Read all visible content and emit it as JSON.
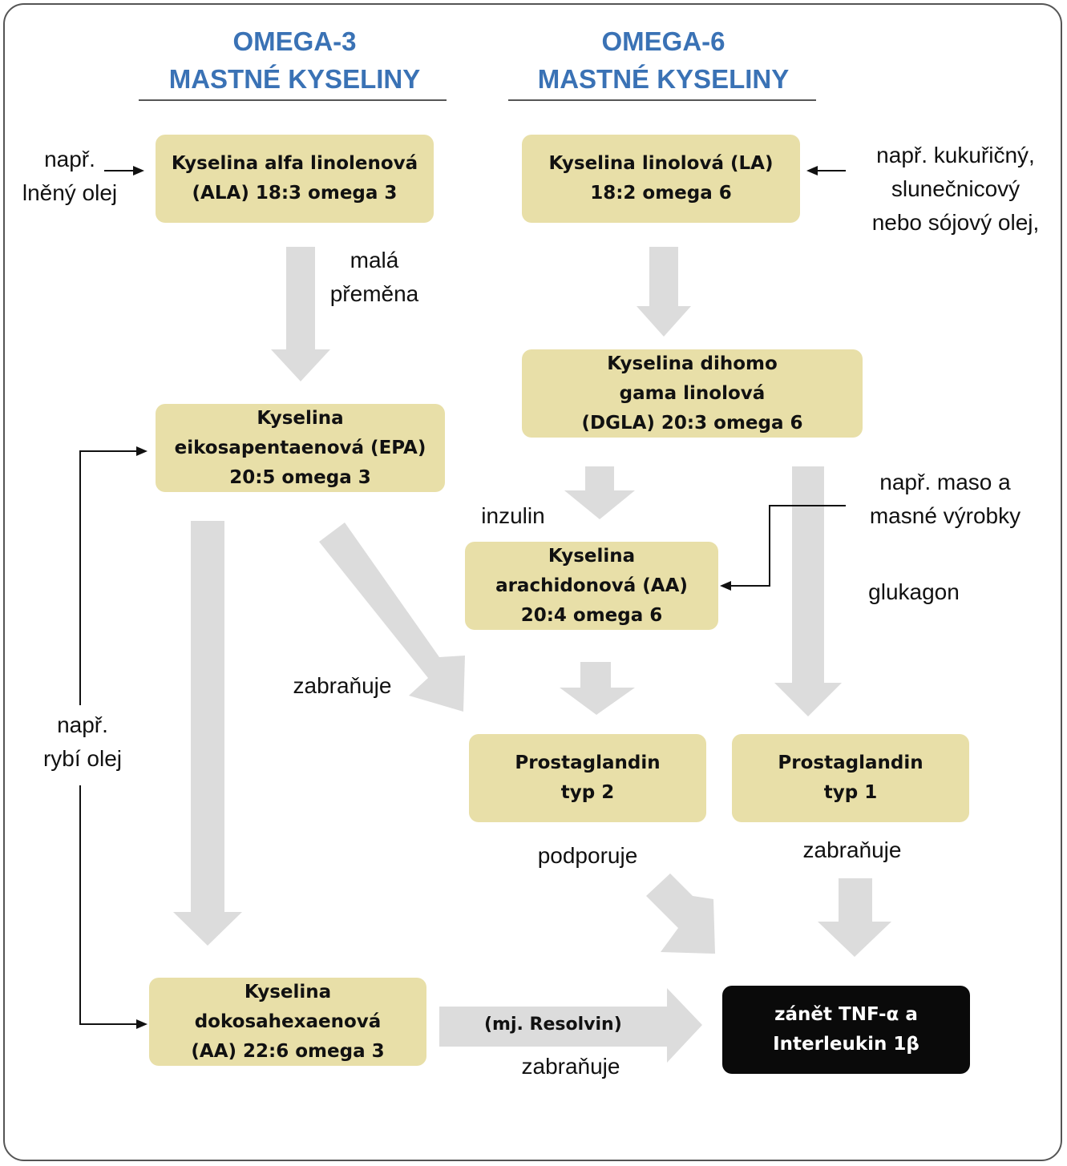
{
  "headings": {
    "omega3": {
      "line1": "OMEGA-3",
      "line2": "MASTNÉ KYSELINY"
    },
    "omega6": {
      "line1": "OMEGA-6",
      "line2": "MASTNÉ KYSELINY"
    },
    "color": "#3a72b5"
  },
  "nodes": {
    "ala": {
      "lines": [
        "Kyselina alfa linolenová",
        "(ALA) 18:3 omega 3"
      ]
    },
    "la": {
      "lines": [
        "Kyselina linolová (LA)",
        "18:2 omega 6"
      ]
    },
    "dgla": {
      "lines": [
        "Kyselina dihomo",
        "gama linolová",
        "(DGLA) 20:3 omega 6"
      ]
    },
    "epa": {
      "lines": [
        "Kyselina",
        "eikosapentaenová (EPA)",
        "20:5 omega 3"
      ]
    },
    "aa": {
      "lines": [
        "Kyselina",
        "arachidonová (AA)",
        "20:4 omega 6"
      ]
    },
    "pg2": {
      "lines": [
        "Prostaglandin",
        "typ 2"
      ]
    },
    "pg1": {
      "lines": [
        "Prostaglandin",
        "typ 1"
      ]
    },
    "dha": {
      "lines": [
        "Kyselina",
        "dokosahexaenová",
        "(AA) 22:6 omega 3"
      ]
    },
    "inflammation": {
      "lines": [
        "zánět TNF-α a",
        "Interleukin 1β"
      ]
    }
  },
  "labels": {
    "ala_source": [
      "např.",
      "lněný olej"
    ],
    "la_source": [
      "např. kukuřičný,",
      "slunečnicový",
      "nebo sójový olej,"
    ],
    "small_conversion": [
      "malá",
      "přeměna"
    ],
    "insulin": "inzulin",
    "meat_source": [
      "např. maso a",
      "masné výrobky"
    ],
    "glucagon": "glukagon",
    "epa_prevents": "zabraňuje",
    "fish_source": [
      "např.",
      "rybí olej"
    ],
    "pg2_supports": "podporuje",
    "pg1_prevents": "zabraňuje",
    "resolvin": "(mj. Resolvin)",
    "dha_prevents": "zabraňuje"
  },
  "colors": {
    "node_fill": "#e8dfa8",
    "arrow_fill": "#dcdcdc",
    "dark_node": "#0a0a0a"
  }
}
